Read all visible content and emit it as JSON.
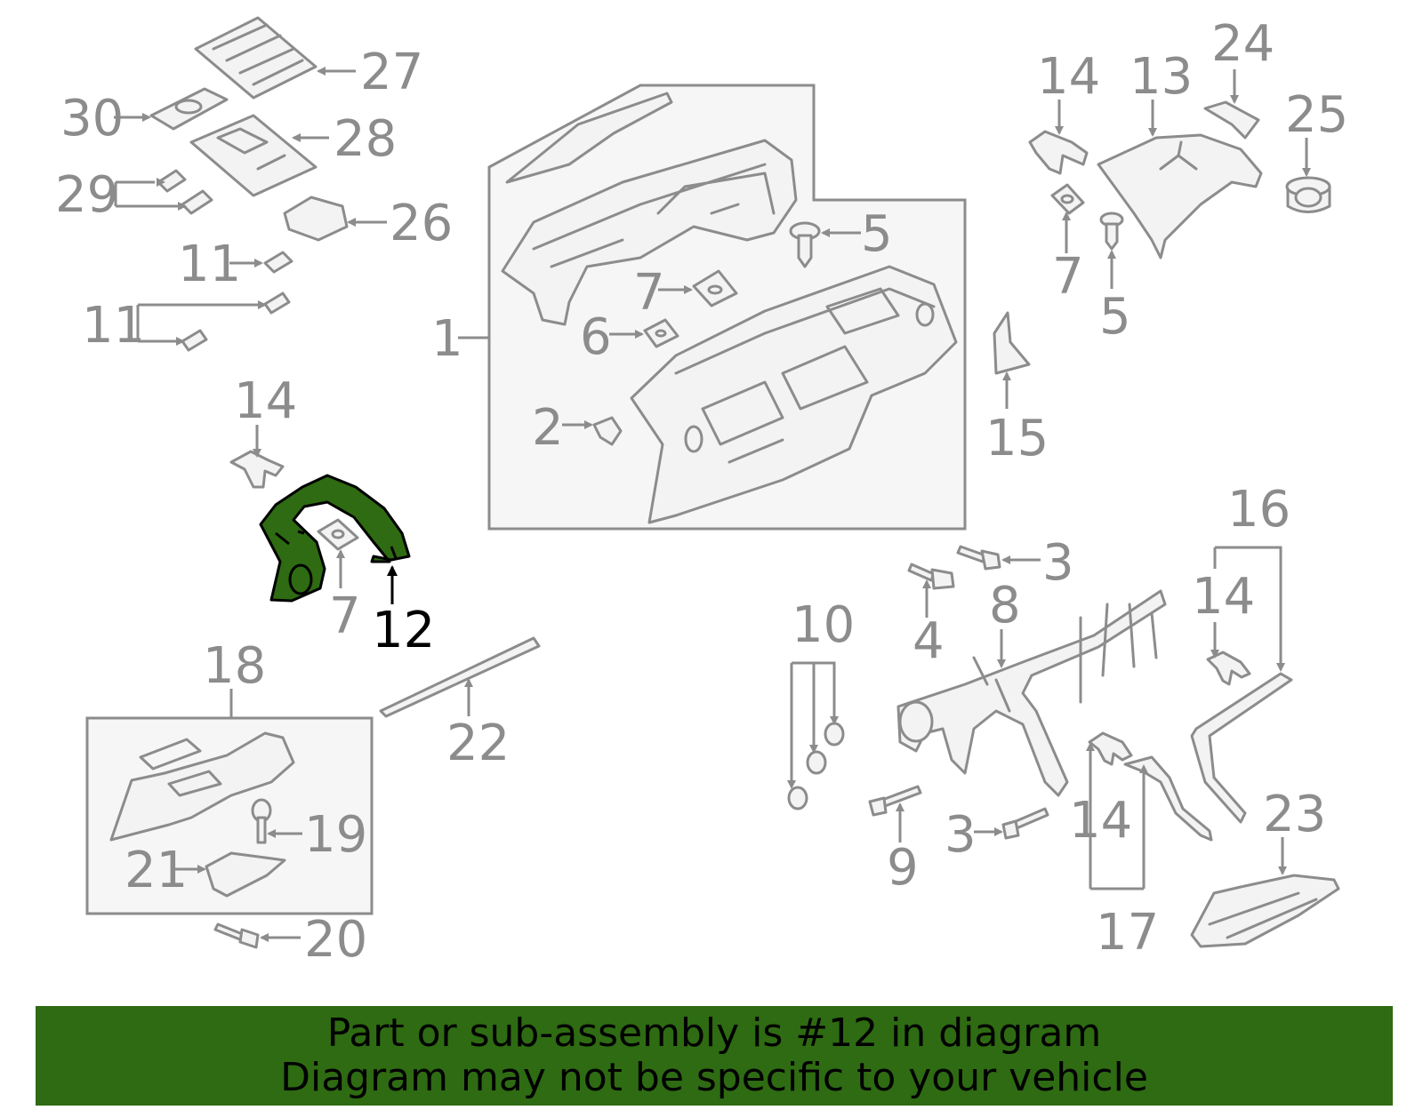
{
  "banner": {
    "line1": "Part or sub-assembly is #12 in diagram",
    "line2": "Diagram may not be specific to your vehicle"
  },
  "colors": {
    "highlight": "#2e6b12",
    "line_gray": "#8c8c8c",
    "box_fill": "#f6f6f6"
  },
  "highlighted_part": "12",
  "callouts": {
    "c1": "1",
    "c2": "2",
    "c3a": "3",
    "c3b": "3",
    "c4": "4",
    "c5a": "5",
    "c5b": "5",
    "c6": "6",
    "c7a": "7",
    "c7b": "7",
    "c7c": "7",
    "c8": "8",
    "c9": "9",
    "c10": "10",
    "c11a": "11",
    "c11b": "11",
    "c12": "12",
    "c13": "13",
    "c14a": "14",
    "c14b": "14",
    "c14c": "14",
    "c14d": "14",
    "c15": "15",
    "c16": "16",
    "c17": "17",
    "c18": "18",
    "c19": "19",
    "c20": "20",
    "c21": "21",
    "c22": "22",
    "c23": "23",
    "c24": "24",
    "c25": "25",
    "c26": "26",
    "c27": "27",
    "c28": "28",
    "c29": "29",
    "c30": "30"
  }
}
